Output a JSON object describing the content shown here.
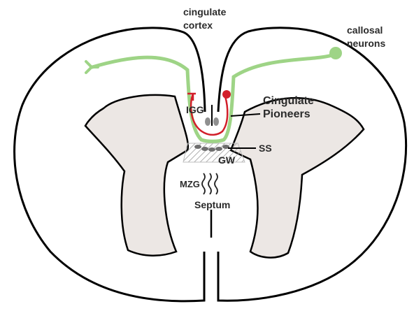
{
  "labels": {
    "cingulate_cortex_line1": "cingulate",
    "cingulate_cortex_line2": "cortex",
    "callosal_neurons_line1": "callosal",
    "callosal_neurons_line2": "neurons",
    "cingulate_pioneers_line1": "Cingulate",
    "cingulate_pioneers_line2": "Pioneers",
    "igg": "IGG",
    "ss": "SS",
    "gw": "GW",
    "mzg": "MZG",
    "septum": "Septum"
  },
  "colors": {
    "outline": "#000000",
    "ventricle_fill": "#ece7e4",
    "callosal_axon": "#9ed486",
    "pioneer_axon": "#d21f2a",
    "glia": "#7a7a7a",
    "text": "#2b2b2b"
  }
}
